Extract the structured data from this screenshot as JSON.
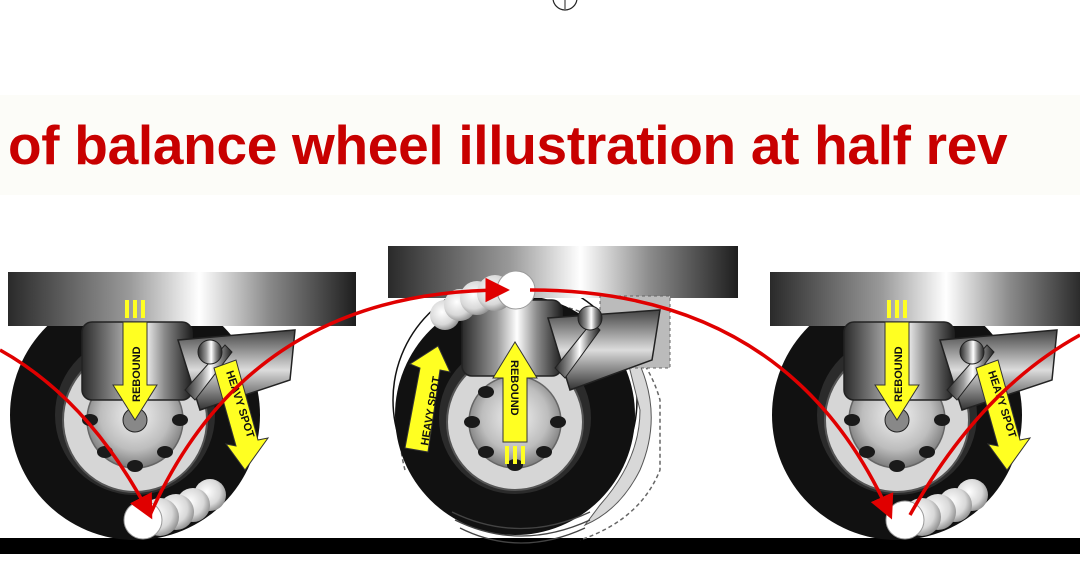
{
  "title": "of balance wheel illustration at half rev",
  "labels": {
    "rebound": "REBOUND",
    "heavy_spot": "HEAVY SPOT"
  },
  "colors": {
    "title_red": "#c80000",
    "arc_red": "#e00000",
    "arrow_yellow": "#ffff22",
    "tire_black": "#111111",
    "ground": "#000000"
  }
}
